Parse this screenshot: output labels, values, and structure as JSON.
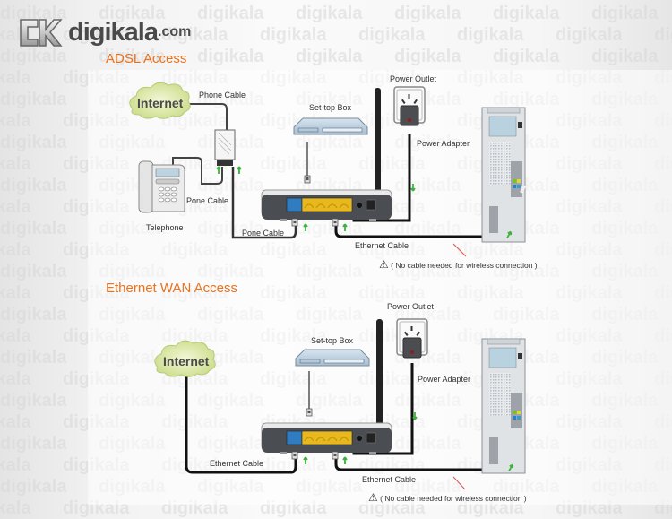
{
  "brand": {
    "name": "digikala",
    "tld": ".com",
    "watermark": "digikala"
  },
  "sections": [
    {
      "title": "ADSL Access",
      "labels": {
        "internet": "Internet",
        "phone_cable": "Phone Cable",
        "pone_cable_phone": "Pone Cable",
        "telephone": "Telephone",
        "pone_cable_router": "Pone Cable",
        "set_top_box": "Set-top Box",
        "power_outlet": "Power Outlet",
        "power_adapter": "Power Adapter",
        "ethernet_cable": "Ethernet Cable",
        "wireless_note": "( No cable needed  for wireless connection )"
      }
    },
    {
      "title": "Ethernet WAN Access",
      "labels": {
        "internet": "Internet",
        "ethernet_cable_wan": "Ethernet Cable",
        "set_top_box": "Set-top Box",
        "power_outlet": "Power Outlet",
        "power_adapter": "Power Adapter",
        "ethernet_cable": "Ethernet Cable",
        "wireless_note": "( No cable needed  for wireless connection )"
      }
    }
  ],
  "icons": {
    "warning": "⚠",
    "logo": "digikala-logo-icon"
  },
  "colors": {
    "title_orange": "#e9731f",
    "cloud_green": "#d9e8a6",
    "router_dark": "#4a4d52",
    "lan_yellow": "#e8b81c",
    "wan_blue": "#2f7cc1",
    "arrow_green": "#3db33d",
    "pointer_red": "#d9534f"
  }
}
